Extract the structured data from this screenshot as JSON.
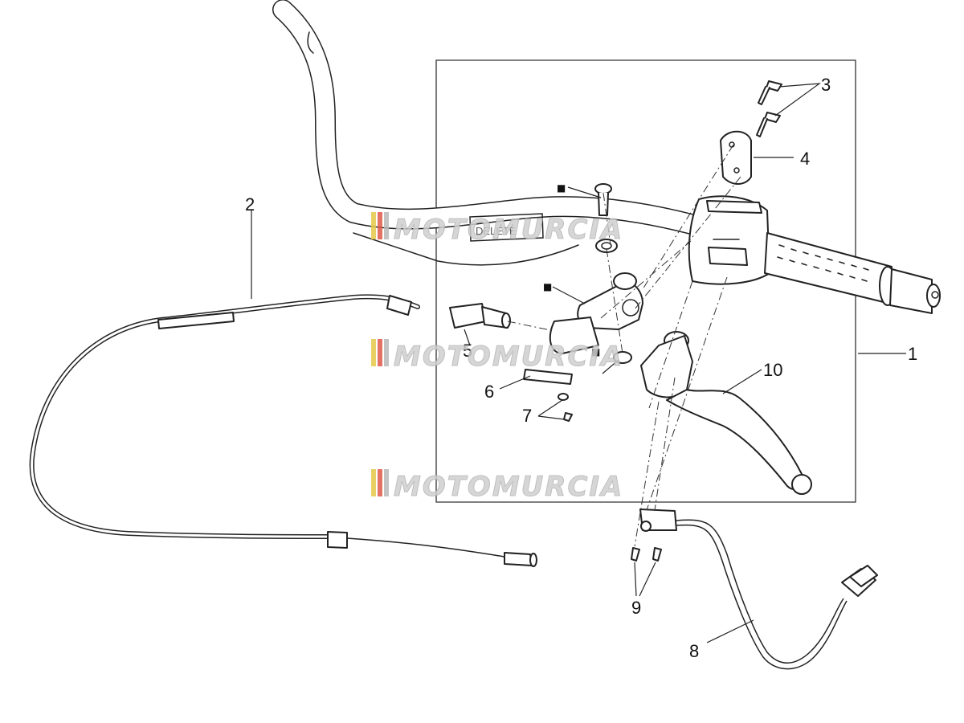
{
  "diagram": {
    "type": "exploded parts diagram",
    "callouts": [
      {
        "id": "1",
        "label": "1"
      },
      {
        "id": "2",
        "label": "2"
      },
      {
        "id": "3",
        "label": "3"
      },
      {
        "id": "4",
        "label": "4"
      },
      {
        "id": "5",
        "label": "5"
      },
      {
        "id": "6",
        "label": "6"
      },
      {
        "id": "7",
        "label": "7"
      },
      {
        "id": "8",
        "label": "8"
      },
      {
        "id": "9",
        "label": "9"
      },
      {
        "id": "10",
        "label": "10"
      }
    ],
    "handlebar_sticker": "DELETE",
    "watermark": {
      "text": "MOTOMURCIA",
      "stripe_colors": [
        "#e6c84a",
        "#e05a4a",
        "#b9b9b9"
      ]
    },
    "marker_symbol": "■"
  }
}
